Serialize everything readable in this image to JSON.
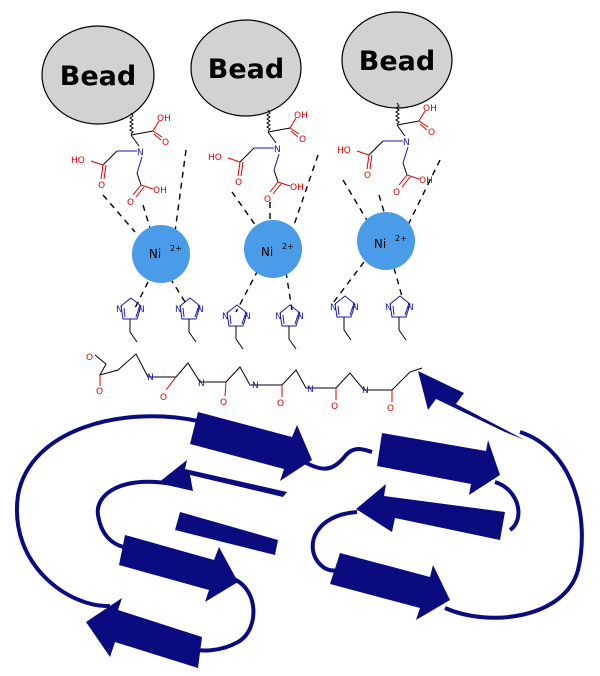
{
  "beads": [
    {
      "label": "Bead"
    },
    {
      "label": "Bead"
    },
    {
      "label": "Bead"
    }
  ],
  "ions": [
    {
      "label": "Ni",
      "charge": "2+"
    },
    {
      "label": "Ni",
      "charge": "2+"
    },
    {
      "label": "Ni",
      "charge": "2+"
    }
  ],
  "atoms": {
    "oxygen": "O",
    "nitrogen": "N",
    "hydroxyl": "OH",
    "hydrogen_oxygen": "HO"
  },
  "colors": {
    "bead_fill": "#d3d2d2",
    "ion_fill": "#4a9be8",
    "protein": "#0b0b80",
    "oxygen": "#e00000",
    "nitrogen": "#1a1aa8"
  }
}
